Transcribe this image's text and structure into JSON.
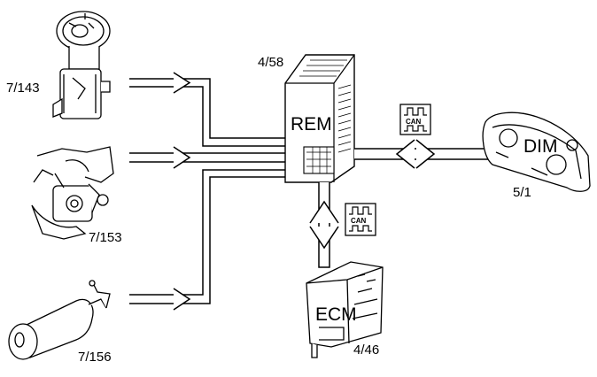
{
  "components": {
    "fuel_pump": {
      "code": "7/143"
    },
    "sensor_unit": {
      "code": "7/153"
    },
    "fuel_tank": {
      "code": "7/156"
    },
    "rem": {
      "code": "4/58",
      "name": "REM"
    },
    "dim": {
      "code": "5/1",
      "name": "DIM"
    },
    "ecm": {
      "code": "4/46",
      "name": "ECM"
    }
  },
  "bus": {
    "rem_dim": {
      "label": "CAN"
    },
    "rem_ecm": {
      "label": "CAN"
    }
  },
  "colors": {
    "line": "#000000",
    "background": "#ffffff",
    "fill": "#ffffff"
  }
}
